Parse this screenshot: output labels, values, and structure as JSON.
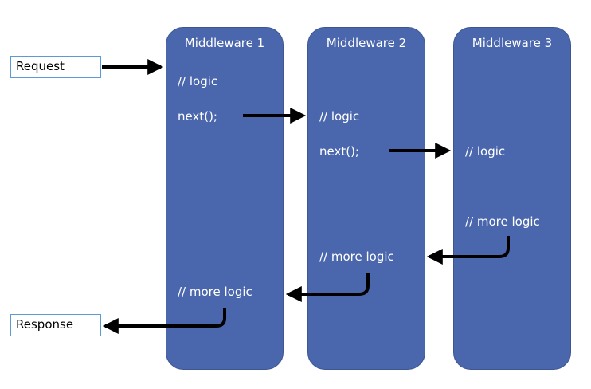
{
  "request_label": "Request",
  "response_label": "Response",
  "middlewares": [
    {
      "title": "Middleware 1",
      "logic": "// logic",
      "next": "next();",
      "more_logic": "// more logic"
    },
    {
      "title": "Middleware 2",
      "logic": "// logic",
      "next": "next();",
      "more_logic": "// more logic"
    },
    {
      "title": "Middleware 3",
      "logic": "// logic",
      "more_logic": "// more logic"
    }
  ],
  "colors": {
    "box_fill": "#4a66ac",
    "io_border": "#5b9bd5",
    "arrow": "#000000"
  }
}
